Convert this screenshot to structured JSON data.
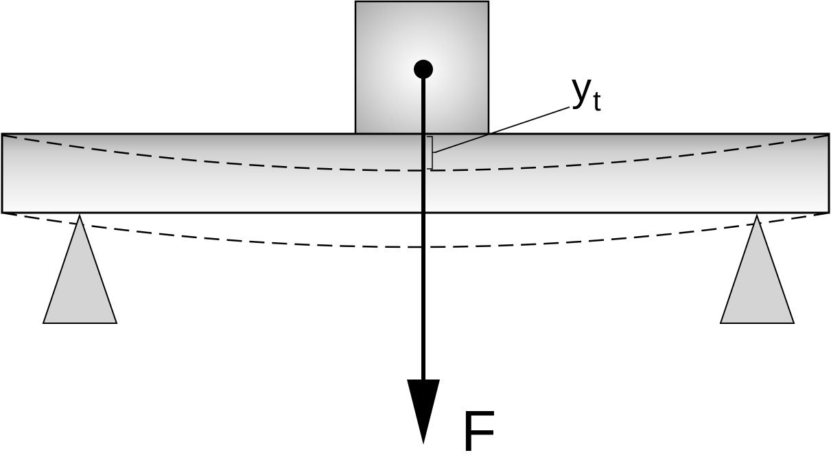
{
  "labels": {
    "deflection_symbol": "y",
    "deflection_subscript": "t",
    "force_label": "F"
  },
  "colors": {
    "outline": "#000000",
    "support_fill": "#d4d4d4",
    "beam_light": "#fafafa",
    "beam_dark": "#9f9f9f",
    "block_light": "#ffffff",
    "block_dark": "#a8a8a8"
  }
}
